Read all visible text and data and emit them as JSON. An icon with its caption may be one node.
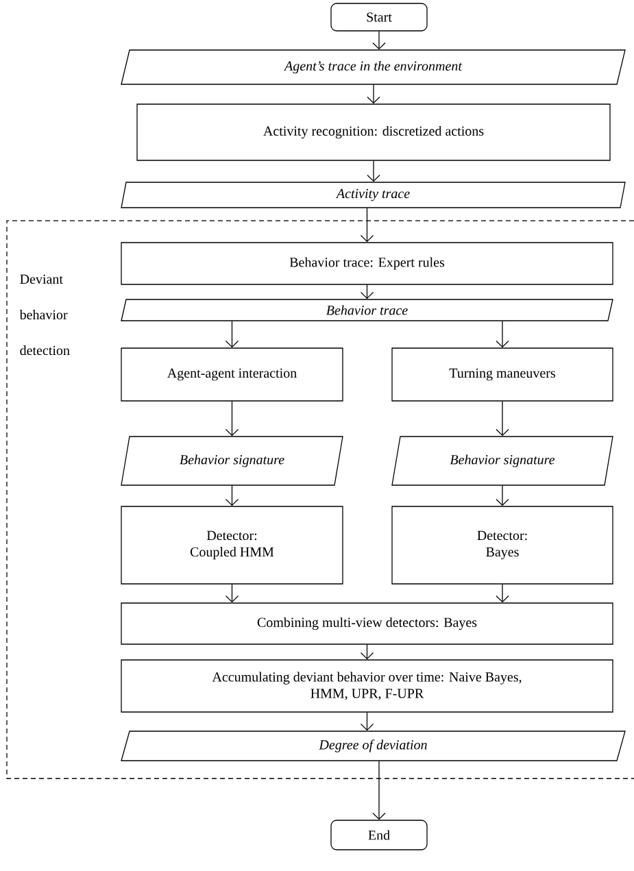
{
  "diagram": {
    "nodes": [
      {
        "text": [
          "Start"
        ]
      },
      {
        "text": [
          "Agent’s trace in the environment"
        ]
      },
      {
        "text": [
          "Activity recognition: discretized actions"
        ]
      },
      {
        "text": [
          "Activity trace"
        ]
      },
      {
        "text": [
          "Deviant behavior detection"
        ]
      },
      {
        "text": [
          "Behavior trace: Expert rules"
        ],
        "in": 4
      },
      {
        "text": [
          "Behavior trace"
        ],
        "in": 4
      },
      {
        "text": [
          "Agent-agent interaction"
        ],
        "in": 4
      },
      {
        "text": [
          "Turning maneuvers"
        ],
        "in": 4
      },
      {
        "text": [
          "Behavior signature"
        ],
        "in": 4
      },
      {
        "text": [
          "Behavior signature"
        ],
        "in": 4
      },
      {
        "text": [
          "Detector: Coupled HMM"
        ],
        "in": 4
      },
      {
        "text": [
          "Detector: Bayes"
        ],
        "in": 4
      },
      {
        "text": [
          "Combining multi-view detectors: Bayes"
        ],
        "in": 4
      },
      {
        "text": [
          "Accumulating deviant behavior over time: Naive Bayes, HMM, UPR, F-UPR"
        ],
        "in": 4
      },
      {
        "text": [
          "Degree of deviation"
        ],
        "in": 4
      },
      {
        "text": [
          "End"
        ]
      }
    ],
    "edges": [
      {
        "from": 0,
        "to": 1,
        "arrow": "to"
      },
      {
        "from": 1,
        "to": 2,
        "arrow": "to"
      },
      {
        "from": 2,
        "to": 3,
        "arrow": "to"
      },
      {
        "from": 3,
        "to": 5,
        "arrow": "to"
      },
      {
        "from": 5,
        "to": 6,
        "arrow": "to"
      },
      {
        "from": 6,
        "to": 7,
        "arrow": "to"
      },
      {
        "from": 6,
        "to": 8,
        "arrow": "to"
      },
      {
        "from": 7,
        "to": 9,
        "arrow": "to"
      },
      {
        "from": 8,
        "to": 10,
        "arrow": "to"
      },
      {
        "from": 9,
        "to": 11,
        "arrow": "to"
      },
      {
        "from": 10,
        "to": 12,
        "arrow": "to"
      },
      {
        "from": 11,
        "to": 13,
        "arrow": "to"
      },
      {
        "from": 12,
        "to": 13,
        "arrow": "to"
      },
      {
        "from": 13,
        "to": 14,
        "arrow": "to"
      },
      {
        "from": 14,
        "to": 15,
        "arrow": "to"
      },
      {
        "from": 15,
        "to": 16,
        "arrow": "to"
      }
    ]
  }
}
